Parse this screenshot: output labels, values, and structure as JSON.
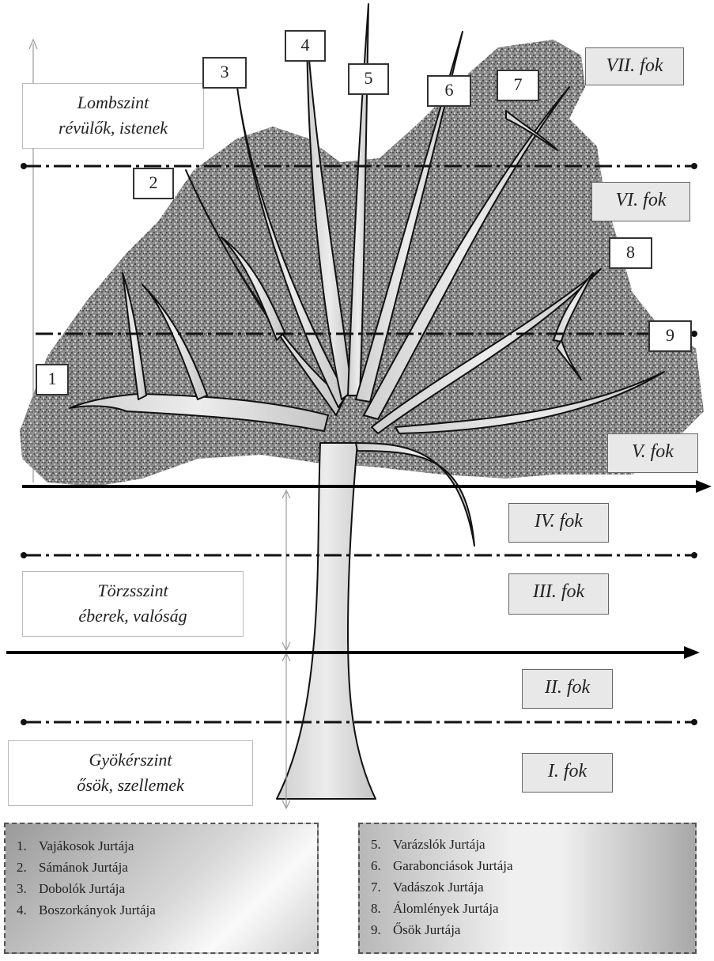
{
  "levels": [
    {
      "line1": "Lombszint",
      "line2": "révülők, istenek"
    },
    {
      "line1": "Törzsszint",
      "line2": "éberek, valóság"
    },
    {
      "line1": "Gyökérszint",
      "line2": "ősök, szellemek"
    }
  ],
  "degrees": [
    "VII. fok",
    "VI. fok",
    "V. fok",
    "IV. fok",
    "III. fok",
    "II. fok",
    "I. fok"
  ],
  "branch_numbers": [
    "1",
    "2",
    "3",
    "4",
    "5",
    "6",
    "7",
    "8",
    "9"
  ],
  "legend_left": [
    {
      "num": "1.",
      "label": "Vajákosok Jurtája"
    },
    {
      "num": "2.",
      "label": "Sámánok Jurtája"
    },
    {
      "num": "3.",
      "label": "Dobolók Jurtája"
    },
    {
      "num": "4.",
      "label": "Boszorkányok Jurtája"
    }
  ],
  "legend_right": [
    {
      "num": "5.",
      "label": "Varázslók Jurtája"
    },
    {
      "num": "6.",
      "label": "Garabonciások Jurtája"
    },
    {
      "num": "7.",
      "label": "Vadászok Jurtája"
    },
    {
      "num": "8.",
      "label": "Álomlények Jurtája"
    },
    {
      "num": "9.",
      "label": "Ősök Jurtája"
    }
  ]
}
